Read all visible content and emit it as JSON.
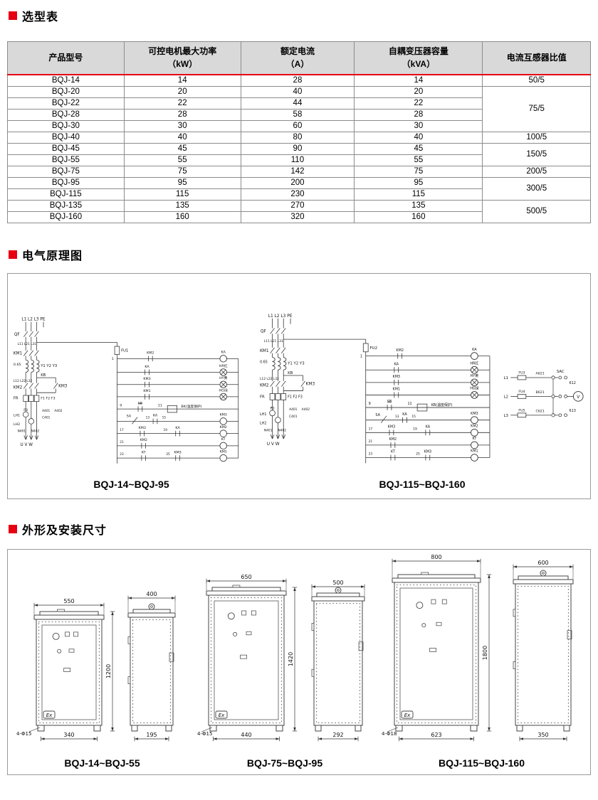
{
  "colors": {
    "accent": "#e60012",
    "table_header_bg": "#d9d9d9"
  },
  "sections": [
    {
      "title": "选型表"
    },
    {
      "title": "电气原理图"
    },
    {
      "title": "外形及安装尺寸"
    }
  ],
  "table": {
    "headers": [
      {
        "l1": "产品型号",
        "l2": ""
      },
      {
        "l1": "可控电机最大功率",
        "l2": "（kW）"
      },
      {
        "l1": "额定电流",
        "l2": "（A）"
      },
      {
        "l1": "自耦变压器容量",
        "l2": "（kVA）"
      },
      {
        "l1": "电流互感器比值",
        "l2": ""
      }
    ],
    "rows": [
      [
        "BQJ-14",
        "14",
        "28",
        "14"
      ],
      [
        "BQJ-20",
        "20",
        "40",
        "20"
      ],
      [
        "BQJ-22",
        "22",
        "44",
        "22"
      ],
      [
        "BQJ-28",
        "28",
        "58",
        "28"
      ],
      [
        "BQJ-30",
        "30",
        "60",
        "30"
      ],
      [
        "BQJ-40",
        "40",
        "80",
        "40"
      ],
      [
        "BQJ-45",
        "45",
        "90",
        "45"
      ],
      [
        "BQJ-55",
        "55",
        "110",
        "55"
      ],
      [
        "BQJ-75",
        "75",
        "142",
        "75"
      ],
      [
        "BQJ-95",
        "95",
        "200",
        "95"
      ],
      [
        "BQJ-115",
        "115",
        "230",
        "115"
      ],
      [
        "BQJ-135",
        "135",
        "270",
        "135"
      ],
      [
        "BQJ-160",
        "160",
        "320",
        "160"
      ]
    ],
    "ratios": [
      {
        "value": "50/5",
        "span": 1
      },
      {
        "value": "75/5",
        "span": 4
      },
      {
        "value": "100/5",
        "span": 1
      },
      {
        "value": "150/5",
        "span": 2
      },
      {
        "value": "200/5",
        "span": 1
      },
      {
        "value": "300/5",
        "span": 2
      },
      {
        "value": "500/5",
        "span": 2
      }
    ]
  },
  "schematics": [
    {
      "caption": "BQJ-14~BQJ-95",
      "labels": {
        "phases": "L1 L2 L3 PE",
        "qf": "QF",
        "l1x": "L11 L21 L31",
        "km1": "KM1",
        "coils": "Y1 Y2 Y3",
        "tap": "0.65",
        "kb": "KB",
        "l2x": "L12 L22 L32",
        "km2": "KM2",
        "km3": "KM3",
        "f123": "F1 F2 F3",
        "f0": "F0",
        "fr": "FR",
        "lh1": "LH1",
        "lh2": "LH2",
        "a401": "A401",
        "a402": "A402",
        "c401": "C401",
        "n401": "N401",
        "n402": "N402",
        "uvw": "U V W",
        "fu": "FU1",
        "ka": "KA",
        "hr": "HR红",
        "hy": "HY黄",
        "hg": "HG绿",
        "sb": "SB",
        "sa": "SA",
        "kt": "KT",
        "temp": "BK(温度保护)",
        "n1": "1",
        "n9": "9",
        "n11": "11",
        "n13": "13",
        "n15": "15",
        "n17": "17",
        "n19": "19",
        "n21": "21",
        "n23": "23",
        "n25": "25"
      }
    },
    {
      "caption": "BQJ-115~BQJ-160",
      "labels": {
        "phases": "L1 L2 L3 PE",
        "qf": "QF",
        "l1x": "L11 L21 L31",
        "km1": "KM1",
        "coils": "Y1 Y2 Y3",
        "tap": "0.65",
        "kb": "KB",
        "l2x": "L12 L22 L32",
        "km2": "KM2",
        "km3": "KM3",
        "f123": "F1 F2 F3",
        "f0": "F0",
        "fr": "FR",
        "lh1": "LH1",
        "lh2": "LH2",
        "a401": "A401",
        "a402": "A402",
        "c401": "C401",
        "n401": "N401",
        "n402": "N402",
        "uvw": "U V W",
        "fu": "FU2",
        "ka": "KA",
        "hr": "HR红",
        "hy": "HY黄",
        "hg": "HG绿",
        "sb": "SB",
        "sa": "SA",
        "kt": "KT",
        "temp": "KB(温度保护)",
        "n1": "1",
        "n9": "9",
        "n11": "11",
        "n13": "13",
        "n15": "15",
        "n17": "17",
        "n19": "19",
        "n21": "21",
        "n23": "23",
        "n25": "25",
        "m_l1": "L1",
        "m_l2": "L2",
        "m_l3": "L3",
        "fu3": "FU3",
        "fu4": "FU4",
        "fu5": "FU5",
        "a621": "A621",
        "b621": "B621",
        "c621": "C621",
        "sac": "SAC",
        "n612": "612",
        "n613": "613",
        "v": "V"
      }
    }
  ],
  "cabinets": [
    {
      "caption": "BQJ-14~BQJ-55",
      "front_width": "550",
      "side_width": "400",
      "height": "1200",
      "front_base": "340",
      "side_base": "195",
      "holes": "4-Φ15",
      "ex_mark": "Ex"
    },
    {
      "caption": "BQJ-75~BQJ-95",
      "front_width": "650",
      "side_width": "500",
      "height": "1420",
      "front_base": "440",
      "side_base": "292",
      "holes": "4-Φ15",
      "ex_mark": "Ex"
    },
    {
      "caption": "BQJ-115~BQJ-160",
      "front_width": "800",
      "side_width": "600",
      "height": "1800",
      "front_base": "623",
      "side_base": "350",
      "holes": "4-Φ18",
      "ex_mark": "Ex"
    }
  ]
}
